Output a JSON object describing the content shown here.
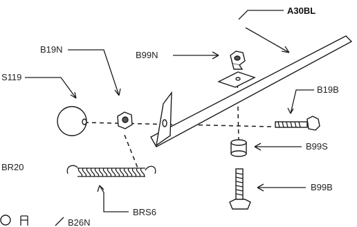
{
  "labels": {
    "a30bl": "A30BL",
    "b19n": "B19N",
    "b99n": "B99N",
    "s119": "S119",
    "b19b": "B19B",
    "br20": "BR20",
    "b99s": "B99S",
    "b99b": "B99B",
    "brs6": "BRS6",
    "b26n": "B26N"
  },
  "colors": {
    "ink": "#1a1a1a",
    "background": "#ffffff"
  }
}
